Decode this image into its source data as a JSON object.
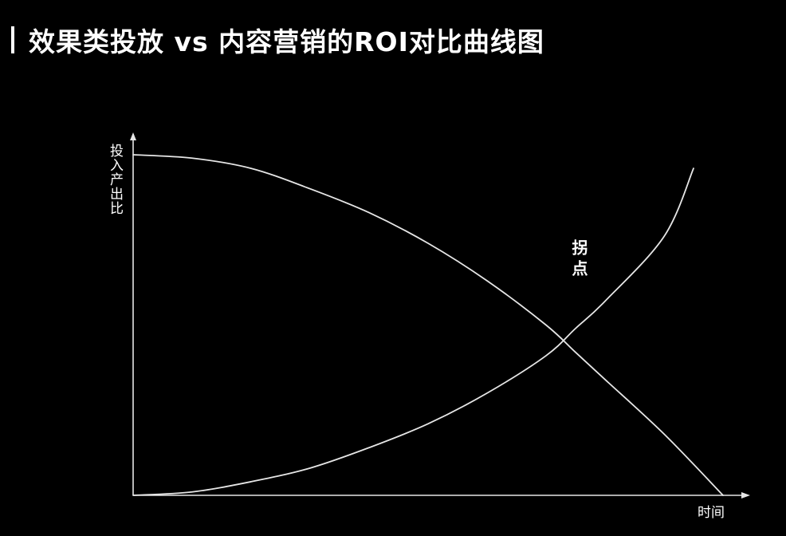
{
  "title": "效果类投放 vs 内容营销的ROI对比曲线图",
  "chart_data": {
    "type": "line",
    "title": "效果类投放 vs 内容营销的ROI对比曲线图",
    "xlabel": "时间",
    "ylabel": "投入产出比",
    "annotations": [
      {
        "text": "拐点"
      }
    ],
    "grid": false,
    "axis_ticks": false,
    "xlim": [
      0,
      1
    ],
    "ylim": [
      0,
      1
    ],
    "series": [
      {
        "x": [
          0,
          0.1,
          0.2,
          0.3,
          0.4,
          0.5,
          0.6,
          0.7,
          0.75,
          0.8,
          0.9,
          1.0
        ],
        "values": [
          1.0,
          0.99,
          0.96,
          0.9,
          0.83,
          0.74,
          0.63,
          0.5,
          0.42,
          0.34,
          0.18,
          0.0
        ]
      },
      {
        "x": [
          0,
          0.1,
          0.2,
          0.3,
          0.4,
          0.5,
          0.6,
          0.7,
          0.75,
          0.8,
          0.9,
          0.95
        ],
        "values": [
          0.0,
          0.01,
          0.04,
          0.08,
          0.14,
          0.21,
          0.3,
          0.41,
          0.49,
          0.57,
          0.76,
          0.96
        ]
      }
    ],
    "colors": {
      "line": "#e6e6e6",
      "axis": "#e6e6e6",
      "background": "#000000"
    }
  }
}
